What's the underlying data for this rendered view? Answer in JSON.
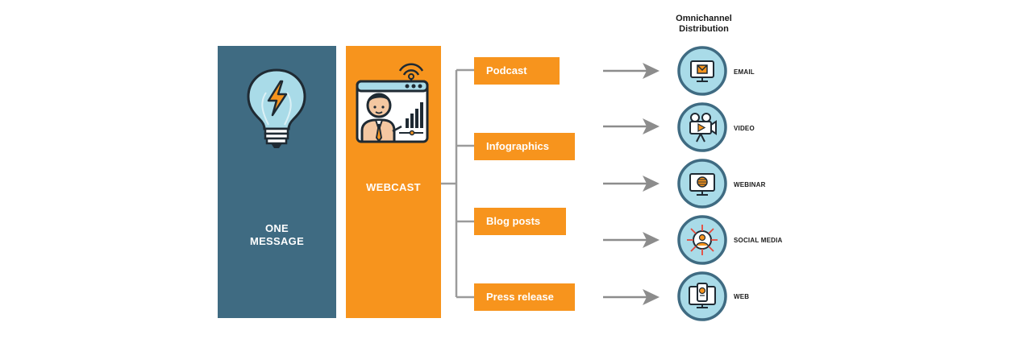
{
  "colors": {
    "panel_dark": "#3f6b82",
    "panel_orange": "#f7941d",
    "connector": "#9b9b9b",
    "arrow": "#8c8c8c",
    "circle_fill": "#a9dbe8",
    "circle_stroke": "#3f6b82"
  },
  "source": {
    "label": "ONE\nMESSAGE",
    "icon": "lightbulb-bolt-icon"
  },
  "format": {
    "label": "WEBCAST",
    "icon": "presenter-webcast-icon"
  },
  "content_items": [
    {
      "label": "Podcast"
    },
    {
      "label": "Infographics"
    },
    {
      "label": "Blog posts"
    },
    {
      "label": "Press release"
    }
  ],
  "distribution": {
    "title": "Omnichannel\nDistribution",
    "channels": [
      {
        "label": "EMAIL",
        "icon": "email-monitor-icon"
      },
      {
        "label": "VIDEO",
        "icon": "video-camera-icon"
      },
      {
        "label": "WEBINAR",
        "icon": "webinar-monitor-icon"
      },
      {
        "label": "SOCIAL MEDIA",
        "icon": "social-network-icon"
      },
      {
        "label": "WEB",
        "icon": "web-device-icon"
      }
    ]
  }
}
